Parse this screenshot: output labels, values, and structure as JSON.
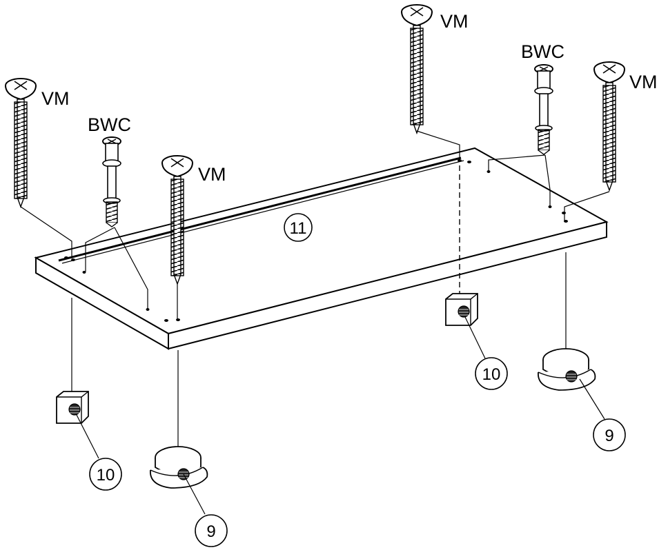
{
  "labels": {
    "screw_vm_1": "VM",
    "screw_vm_2": "VM",
    "screw_vm_3": "VM",
    "screw_vm_4": "VM",
    "bolt_bwc_1": "BWC",
    "bolt_bwc_2": "BWC"
  },
  "callouts": {
    "board": "11",
    "block_left": "10",
    "block_right": "10",
    "foot_left": "9",
    "foot_right": "9"
  }
}
